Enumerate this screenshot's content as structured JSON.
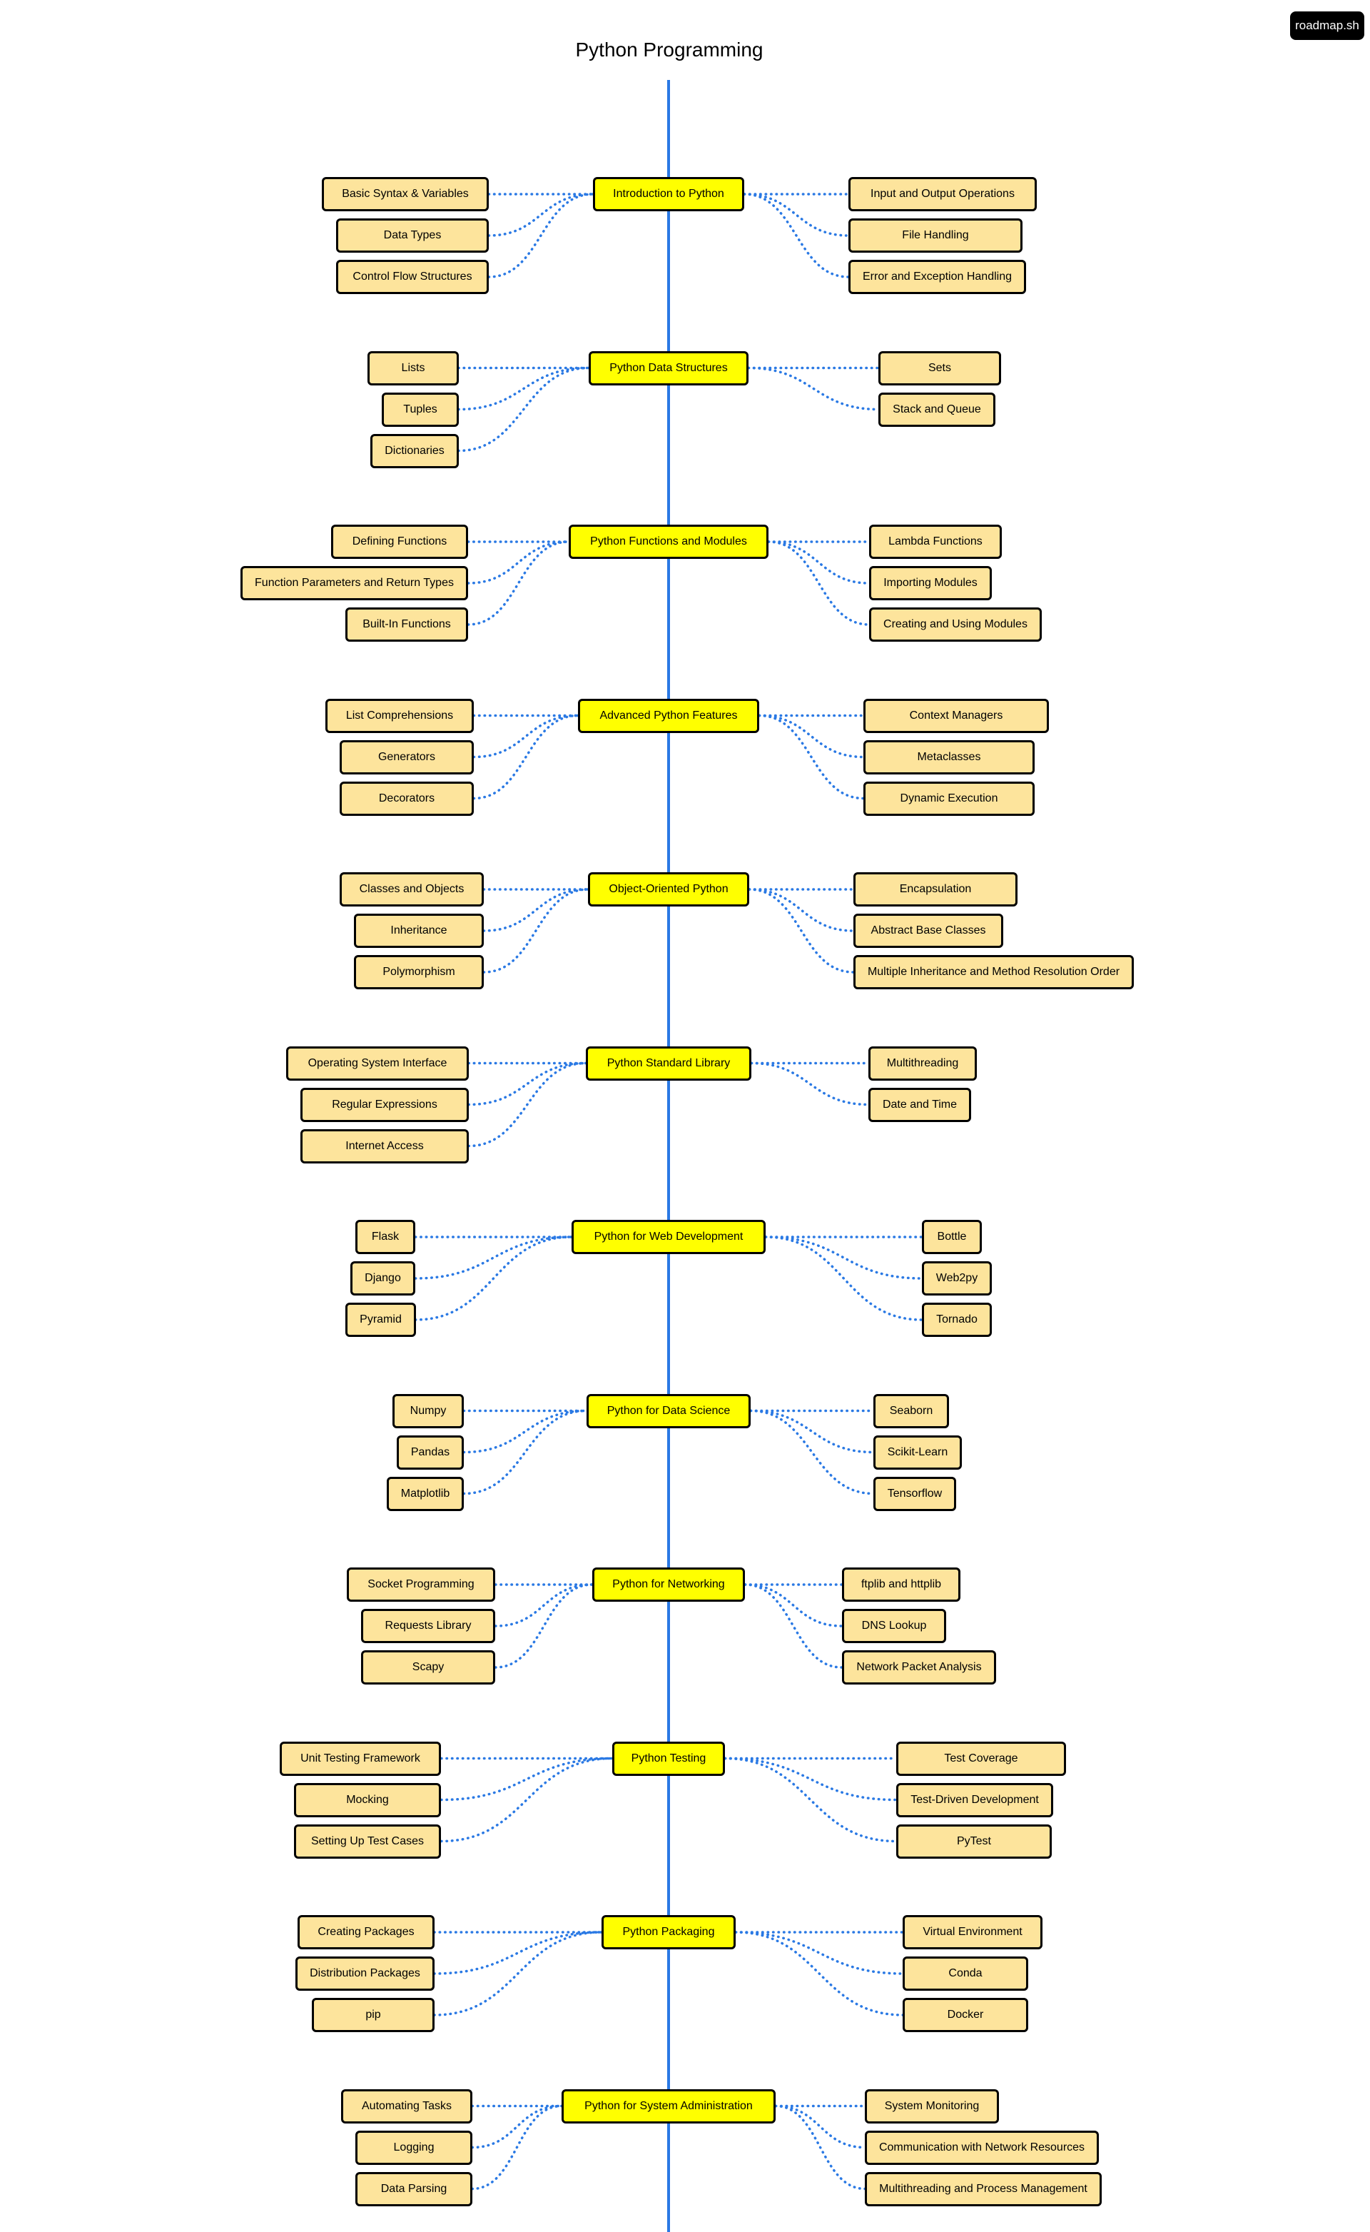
{
  "header": {
    "title": "Python Programming",
    "brand": "roadmap.sh"
  },
  "colors": {
    "spine": "#2a79e4",
    "topic_fill": "#ffff00",
    "subtopic_fill": "#fde49c",
    "border": "#000000"
  },
  "sections": [
    {
      "topic": "Introduction to Python",
      "left": [
        "Basic Syntax & Variables",
        "Data Types",
        "Control Flow Structures"
      ],
      "right": [
        "Input and Output Operations",
        "File Handling",
        "Error and Exception Handling"
      ]
    },
    {
      "topic": "Python Data Structures",
      "left": [
        "Lists",
        "Tuples",
        "Dictionaries"
      ],
      "right": [
        "Sets",
        "Stack and Queue"
      ]
    },
    {
      "topic": "Python Functions and Modules",
      "left": [
        "Defining Functions",
        "Function Parameters and Return Types",
        "Built-In Functions"
      ],
      "right": [
        "Lambda Functions",
        "Importing Modules",
        "Creating and Using Modules"
      ]
    },
    {
      "topic": "Advanced Python Features",
      "left": [
        "List Comprehensions",
        "Generators",
        "Decorators"
      ],
      "right": [
        "Context Managers",
        "Metaclasses",
        "Dynamic Execution"
      ]
    },
    {
      "topic": "Object-Oriented Python",
      "left": [
        "Classes and Objects",
        "Inheritance",
        "Polymorphism"
      ],
      "right": [
        "Encapsulation",
        "Abstract Base Classes",
        "Multiple Inheritance and Method Resolution Order"
      ]
    },
    {
      "topic": "Python Standard Library",
      "left": [
        "Operating System Interface",
        "Regular Expressions",
        "Internet Access"
      ],
      "right": [
        "Multithreading",
        "Date and Time"
      ]
    },
    {
      "topic": "Python for Web Development",
      "left": [
        "Flask",
        "Django",
        "Pyramid"
      ],
      "right": [
        "Bottle",
        "Web2py",
        "Tornado"
      ]
    },
    {
      "topic": "Python for Data Science",
      "left": [
        "Numpy",
        "Pandas",
        "Matplotlib"
      ],
      "right": [
        "Seaborn",
        "Scikit-Learn",
        "Tensorflow"
      ]
    },
    {
      "topic": "Python for Networking",
      "left": [
        "Socket Programming",
        "Requests Library",
        "Scapy"
      ],
      "right": [
        "ftplib and httplib",
        "DNS Lookup",
        "Network Packet Analysis"
      ]
    },
    {
      "topic": "Python Testing",
      "left": [
        "Unit Testing Framework",
        "Mocking",
        "Setting Up Test Cases"
      ],
      "right": [
        "Test Coverage",
        "Test-Driven Development",
        "PyTest"
      ]
    },
    {
      "topic": "Python Packaging",
      "left": [
        "Creating Packages",
        "Distribution Packages",
        "pip"
      ],
      "right": [
        "Virtual Environment",
        "Conda",
        "Docker"
      ]
    },
    {
      "topic": "Python for System Administration",
      "left": [
        "Automating Tasks",
        "Logging",
        "Data Parsing"
      ],
      "right": [
        "System Monitoring",
        "Communication with Network Resources",
        "Multithreading and Process Management"
      ]
    }
  ]
}
